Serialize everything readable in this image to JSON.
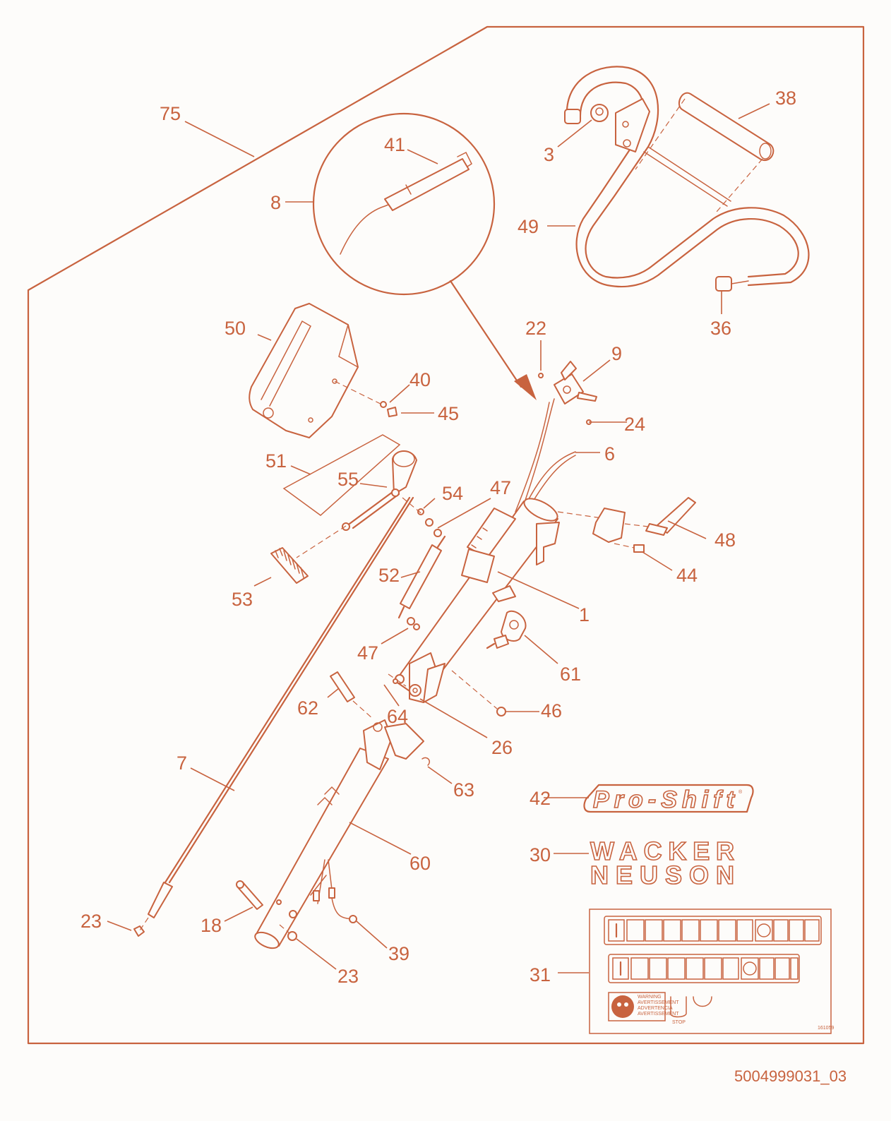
{
  "labels": {
    "l75": "75",
    "l41": "41",
    "l8": "8",
    "l38": "38",
    "l3": "3",
    "l49": "49",
    "l36": "36",
    "l50": "50",
    "l22": "22",
    "l9": "9",
    "l40": "40",
    "l45": "45",
    "l24": "24",
    "l6": "6",
    "l51": "51",
    "l55": "55",
    "l54": "54",
    "l47a": "47",
    "l48": "48",
    "l52": "52",
    "l44": "44",
    "l53": "53",
    "l1": "1",
    "l47b": "47",
    "l61": "61",
    "l62": "62",
    "l64": "64",
    "l46": "46",
    "l26": "26",
    "l7": "7",
    "l63": "63",
    "l42": "42",
    "l60": "60",
    "l30": "30",
    "l23a": "23",
    "l18": "18",
    "l39": "39",
    "l23b": "23",
    "l31": "31"
  },
  "brands": {
    "pro_shift": "Pro-Shift",
    "registered": "®",
    "wacker": "WACKER",
    "neuson": "NEUSON"
  },
  "decal": {
    "warn1": "WARNING",
    "warn2": "AVERTISSEMENT",
    "warn3": "ADVERTENCIA",
    "warn4": "AVERTISSEMENT",
    "stop": "STOP",
    "code": "161059"
  },
  "doc_number": "5004999031_03",
  "colors": {
    "line": "#c8633f",
    "background": "#fdfcfa"
  }
}
